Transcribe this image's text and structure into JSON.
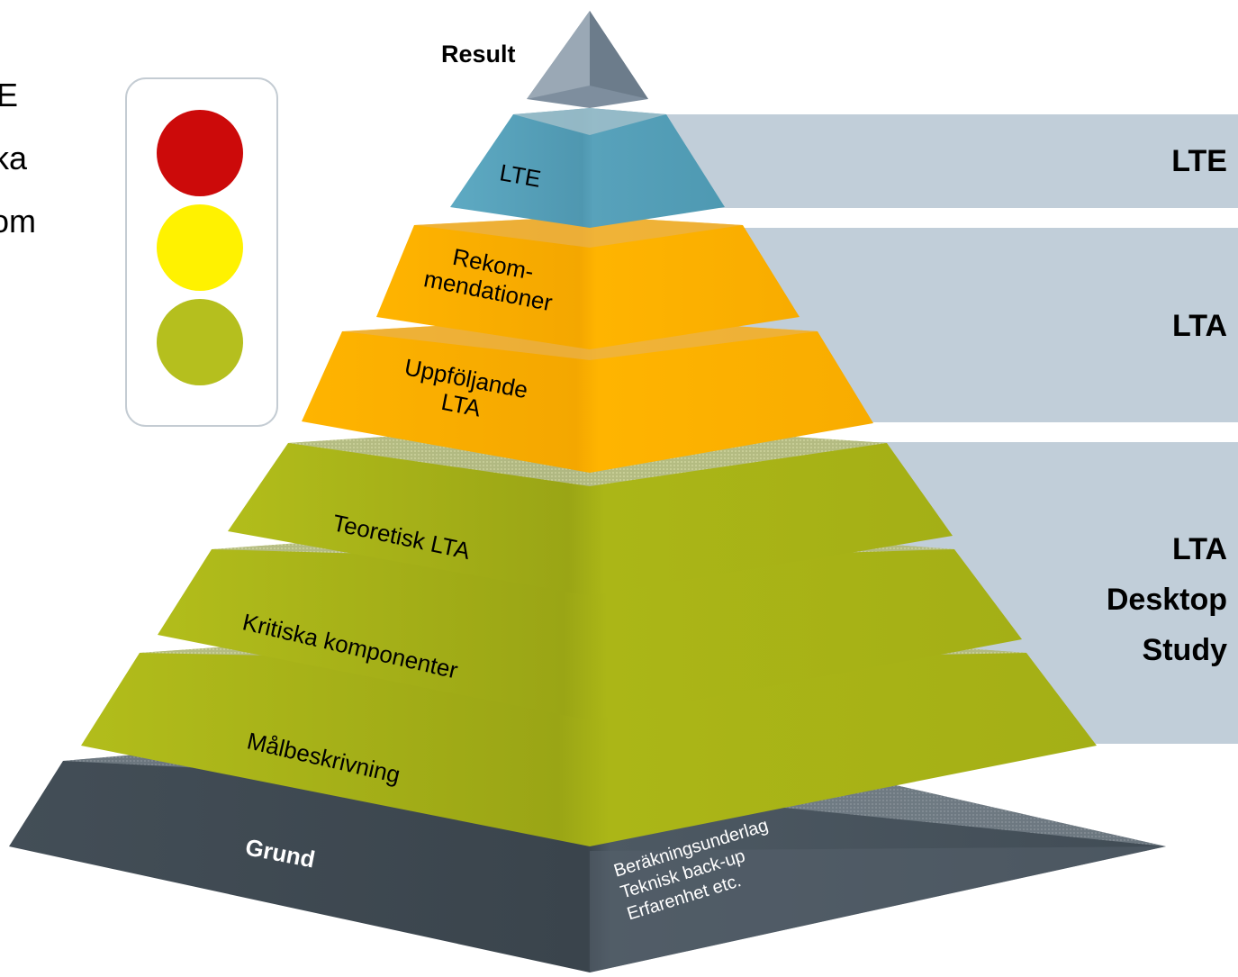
{
  "cut_off_text": [
    "E",
    "ka",
    "om"
  ],
  "result_label": "Result",
  "side_labels": {
    "lte": "LTE",
    "lta": "LTA",
    "desktop": [
      "LTA",
      "Desktop",
      "Study"
    ]
  },
  "levels": {
    "lte": "LTE",
    "rekommendationer": [
      "Rekom-",
      "mendationer"
    ],
    "uppfoljande": [
      "Uppföljande",
      "LTA"
    ],
    "teoretisk": "Teoretisk LTA",
    "kritiska": "Kritiska komponenter",
    "malbeskrivning": "Målbeskrivning",
    "grund": "Grund",
    "grund_details": [
      "Beräkningsunderlag",
      "Teknisk back-up",
      "Erfarenhet etc."
    ]
  },
  "traffic_light": [
    "red",
    "yellow",
    "green"
  ],
  "colors": {
    "lte": "#57a1ba",
    "lta": "#ffb400",
    "desktop": "#a9b417",
    "grund": "#3f4a53",
    "apex": "#7e8e9e",
    "band": "#c1ced9",
    "red": "#cc0a0a",
    "yellow": "#fff200",
    "green": "#b5bf1e"
  }
}
